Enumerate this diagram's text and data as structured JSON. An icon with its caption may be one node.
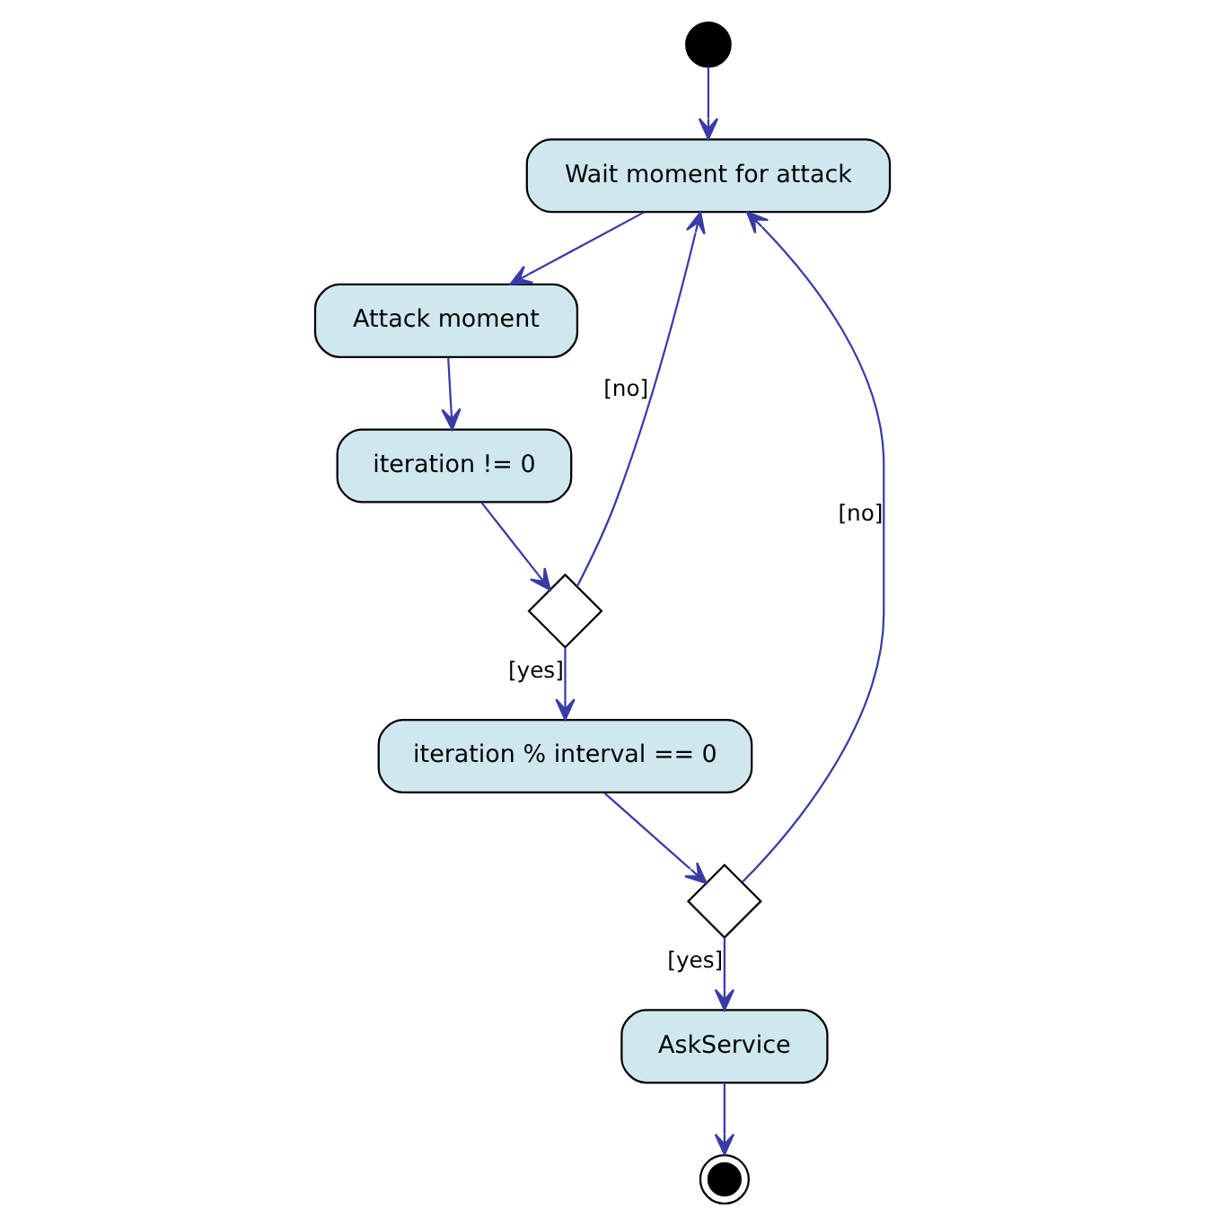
{
  "diagram": {
    "nodes": [
      {
        "text": [],
        "shape": "circle"
      },
      {
        "text": [
          "Wait moment for attack"
        ]
      },
      {
        "text": [
          "Attack moment"
        ]
      },
      {
        "text": [
          "iteration != 0"
        ]
      },
      {
        "text": [],
        "shape": "diamond"
      },
      {
        "text": [
          "iteration % interval == 0"
        ]
      },
      {
        "text": [],
        "shape": "diamond"
      },
      {
        "text": [
          "AskService"
        ]
      },
      {
        "text": [],
        "shape": "circle"
      }
    ],
    "edges": [
      {
        "from": 0,
        "to": 1,
        "arrow": "to"
      },
      {
        "from": 1,
        "to": 2,
        "arrow": "to"
      },
      {
        "from": 2,
        "to": 3,
        "arrow": "to"
      },
      {
        "from": 3,
        "to": 4,
        "arrow": "to"
      },
      {
        "from": 4,
        "to": 5,
        "arrow": "to",
        "label": "[yes]"
      },
      {
        "from": 4,
        "to": 1,
        "arrow": "to",
        "label": "[no]"
      },
      {
        "from": 5,
        "to": 6,
        "arrow": "to"
      },
      {
        "from": 6,
        "to": 1,
        "arrow": "to",
        "label": "[no]"
      },
      {
        "from": 6,
        "to": 7,
        "arrow": "to",
        "label": "[yes]"
      },
      {
        "from": 7,
        "to": 8,
        "arrow": "to"
      }
    ]
  }
}
